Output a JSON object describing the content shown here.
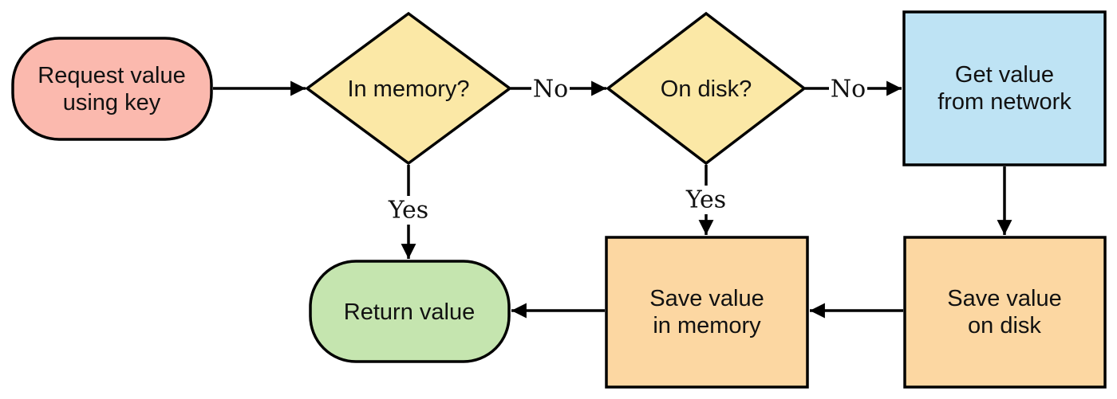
{
  "diagram": {
    "type": "flowchart",
    "background": "#ffffff",
    "stroke_color": "#000000",
    "text_color": "#111111",
    "nodes": {
      "request": {
        "shape": "stadium",
        "fill": "#FBB9AE",
        "lines": [
          "Request value",
          "using key"
        ]
      },
      "in_memory": {
        "shape": "diamond",
        "fill": "#FBE8A6",
        "lines": [
          "In memory?"
        ]
      },
      "on_disk": {
        "shape": "diamond",
        "fill": "#FBE8A6",
        "lines": [
          "On disk?"
        ]
      },
      "get_network": {
        "shape": "rect",
        "fill": "#BEE3F4",
        "lines": [
          "Get value",
          "from network"
        ]
      },
      "save_disk": {
        "shape": "rect",
        "fill": "#FCD7A2",
        "lines": [
          "Save value",
          "on disk"
        ]
      },
      "save_memory": {
        "shape": "rect",
        "fill": "#FCD7A2",
        "lines": [
          "Save value",
          "in memory"
        ]
      },
      "return_value": {
        "shape": "stadium",
        "fill": "#C5E5AF",
        "lines": [
          "Return value"
        ]
      }
    },
    "edges": [
      {
        "from": "request",
        "to": "in_memory",
        "label": ""
      },
      {
        "from": "in_memory",
        "to": "on_disk",
        "label": "No"
      },
      {
        "from": "in_memory",
        "to": "return_value",
        "label": "Yes"
      },
      {
        "from": "on_disk",
        "to": "get_network",
        "label": "No"
      },
      {
        "from": "on_disk",
        "to": "save_memory",
        "label": "Yes"
      },
      {
        "from": "get_network",
        "to": "save_disk",
        "label": ""
      },
      {
        "from": "save_disk",
        "to": "save_memory",
        "label": ""
      },
      {
        "from": "save_memory",
        "to": "return_value",
        "label": ""
      }
    ]
  }
}
